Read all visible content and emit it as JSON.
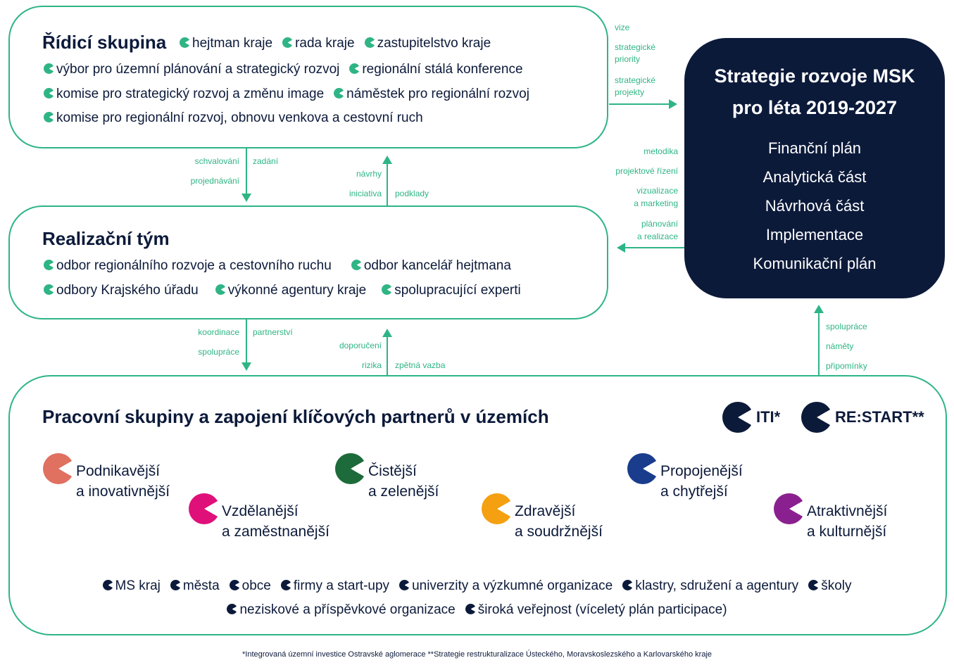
{
  "ridici": {
    "title": "Řídicí skupina",
    "row1": [
      "hejtman kraje",
      "rada kraje",
      "zastupitelstvo kraje"
    ],
    "row2": [
      "výbor pro územní plánování a strategický rozvoj",
      "regionální stálá konference"
    ],
    "row3": [
      "komise pro strategický rozvoj a změnu image",
      "náměstek pro regionální rozvoj"
    ],
    "row4": [
      "komise pro regionální rozvoj, obnovu venkova a cestovní ruch"
    ]
  },
  "realizacni": {
    "title": "Realizační tým",
    "row1": [
      "odbor regionálního rozvoje a cestovního ruchu",
      "odbor kancelář hejtmana"
    ],
    "row2": [
      "odbory Krajského úřadu",
      "výkonné agentury kraje",
      "spolupracující experti"
    ]
  },
  "pracovni": {
    "title": "Pracovní skupiny a zapojení klíčových partnerů v územích",
    "logos": [
      "ITI*",
      "RE:START**"
    ],
    "goals": [
      {
        "line1": "Podnikavější",
        "line2": "a inovativnější",
        "color": "#e07060"
      },
      {
        "line1": "Vzdělanější",
        "line2": "a zaměstnanější",
        "color": "#e0107a"
      },
      {
        "line1": "Čistější",
        "line2": "a zelenější",
        "color": "#1d6b3a"
      },
      {
        "line1": "Zdravější",
        "line2": "a soudržnější",
        "color": "#f5a010"
      },
      {
        "line1": "Propojenější",
        "line2": "a chytřejší",
        "color": "#1a3c8c"
      },
      {
        "line1": "Atraktivnější",
        "line2": "a kulturnější",
        "color": "#8a2090"
      }
    ],
    "partners_row1": [
      "MS kraj",
      "města",
      "obce",
      "firmy a start-upy",
      "univerzity a výzkumné organizace",
      "klastry, sdružení a agentury",
      "školy"
    ],
    "partners_row2": [
      "neziskové a příspěvkové organizace",
      "široká veřejnost (víceletý plán participace)"
    ]
  },
  "msk": {
    "title_line1": "Strategie rozvoje MSK",
    "title_line2": "pro léta 2019-2027",
    "items": [
      "Finanční plán",
      "Analytická část",
      "Návrhová část",
      "Implementace",
      "Komunikační plán"
    ]
  },
  "flows": {
    "top_right": [
      "vize",
      "strategické",
      "priority",
      "strategické",
      "projekty"
    ],
    "msk_to_real": [
      "metodika",
      "projektové řízení",
      "vizualizace",
      "a marketing",
      "plánování",
      "a realizace"
    ],
    "ridici_down": [
      "schvalování",
      "zadání",
      "projednávání"
    ],
    "real_up": [
      "návrhy",
      "iniciativa",
      "podklady"
    ],
    "real_down": [
      "koordinace",
      "partnerství",
      "spolupráce"
    ],
    "prac_up": [
      "doporučení",
      "rizika",
      "zpětná vazba"
    ],
    "prac_to_msk": [
      "spolupráce",
      "náměty",
      "připomínky"
    ]
  },
  "footnote": "*Integrovaná územní investice Ostravské aglomerace     **Strategie restrukturalizace Ústeckého, Moravskoslezského a Karlovarského kraje",
  "colors": {
    "green": "#2fb585",
    "navy": "#0c1a3a"
  }
}
